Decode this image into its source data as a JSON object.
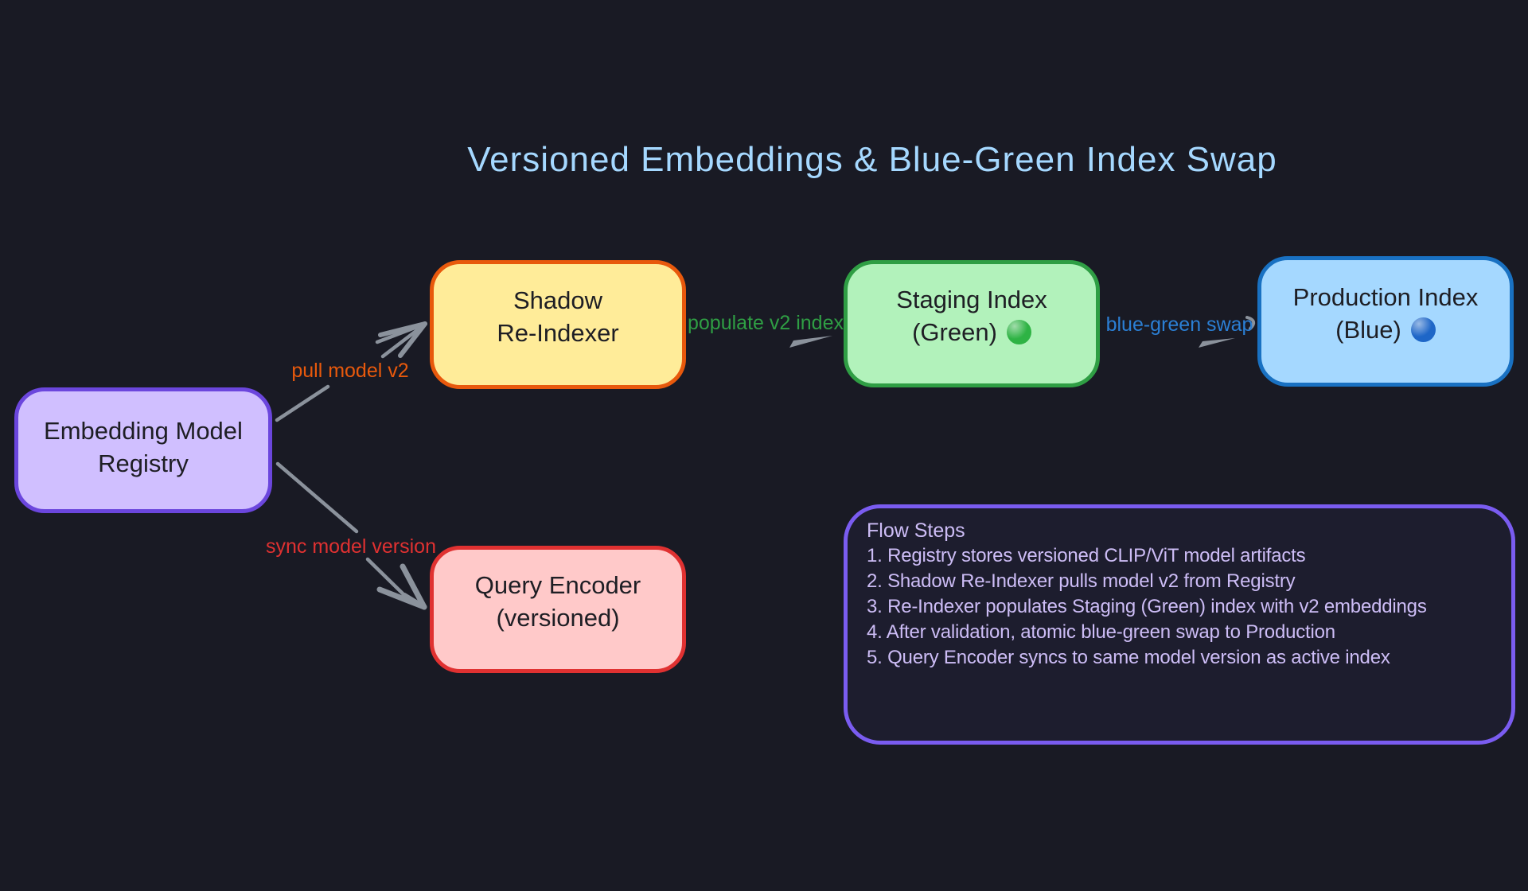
{
  "title": "Versioned Embeddings & Blue-Green Index Swap",
  "colors": {
    "background": "#191a24",
    "title": "#a5d8ff",
    "arrow": "#8b929c"
  },
  "nodes": [
    {
      "id": "embedding-model-registry",
      "line1": "Embedding Model",
      "line2": "Registry",
      "fill": "#d0bfff",
      "border": "#6b46dd",
      "text": "#1e1e24"
    },
    {
      "id": "shadow-reindexer",
      "line1": "Shadow",
      "line2": "Re-Indexer",
      "fill": "#ffec99",
      "border": "#e8590c",
      "text": "#1e1e24"
    },
    {
      "id": "staging-index",
      "line1": "Staging Index",
      "line2": "(Green)",
      "status_icon": "green-circle-icon",
      "status_color": "#2eb344",
      "fill": "#b2f2bb",
      "border": "#2f9e44",
      "text": "#1e1e24"
    },
    {
      "id": "production-index",
      "line1": "Production Index",
      "line2": "(Blue)",
      "status_icon": "blue-circle-icon",
      "status_color": "#1e66c7",
      "fill": "#a5d8ff",
      "border": "#1971c2",
      "text": "#1e1e24"
    },
    {
      "id": "query-encoder",
      "line1": "Query Encoder",
      "line2": "(versioned)",
      "fill": "#ffc9c9",
      "border": "#e03131",
      "text": "#1e1e24"
    }
  ],
  "edges": [
    {
      "id": "pull-model-v2",
      "label": "pull model v2",
      "color": "#e8590c"
    },
    {
      "id": "populate-v2-index",
      "label": "populate v2 index",
      "color": "#2f9e44"
    },
    {
      "id": "blue-green-swap",
      "label": "blue-green swap",
      "color": "#2b7fd4"
    },
    {
      "id": "sync-model-version",
      "label": "sync model version",
      "color": "#e03131"
    }
  ],
  "flow_panel": {
    "title": "Flow Steps",
    "border": "#7a5cf0",
    "text_color": "#cdbdf6",
    "steps": [
      "1. Registry stores versioned CLIP/ViT model artifacts",
      "2. Shadow Re-Indexer pulls model v2 from Registry",
      "3. Re-Indexer populates Staging (Green) index with v2 embeddings",
      "4. After validation, atomic blue-green swap to Production",
      "5. Query Encoder syncs to same model version as active index"
    ]
  }
}
